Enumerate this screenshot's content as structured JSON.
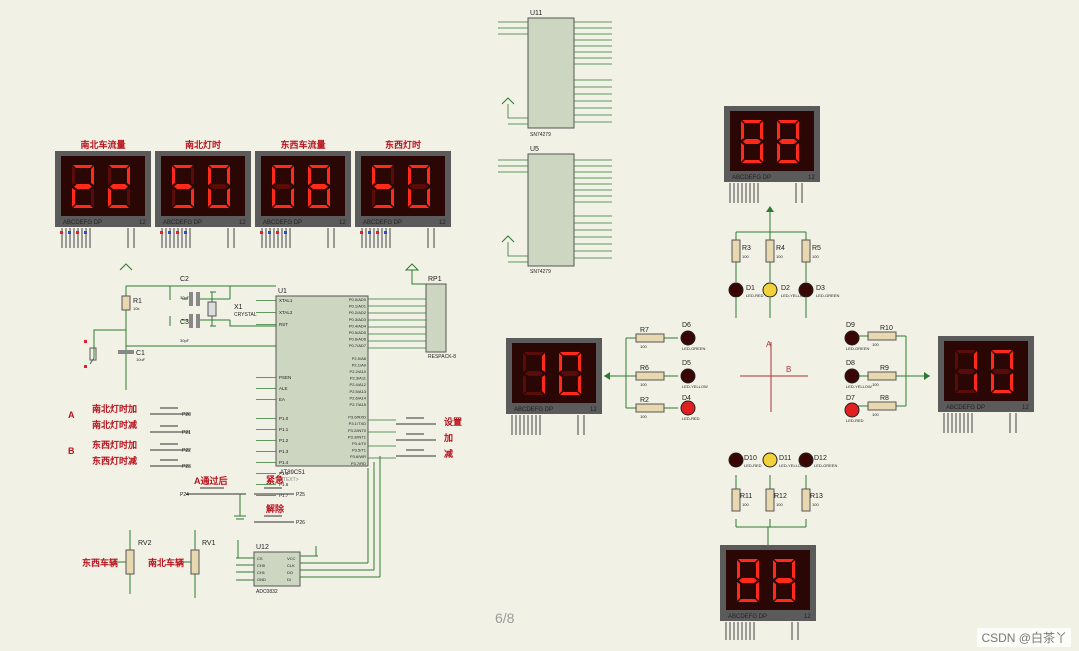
{
  "displays": {
    "left_group": [
      {
        "label": "南北车流量",
        "value": "22"
      },
      {
        "label": "南北灯时",
        "value": "50"
      },
      {
        "label": "东西车流量",
        "value": "08"
      },
      {
        "label": "东西灯时",
        "value": "50"
      }
    ],
    "north": {
      "value": "88"
    },
    "west": {
      "value": "10"
    },
    "east": {
      "value": "10"
    },
    "south": {
      "value": "88"
    },
    "caption": "ABCDEFG DP",
    "digit_caption": "12"
  },
  "chips": {
    "u1": {
      "name": "U1",
      "part": "AT89C51",
      "left_pins": [
        "XTAL1",
        "XTAL2",
        "RST",
        "PSEN",
        "ALE",
        "EA",
        "P1.0",
        "P1.1",
        "P1.2",
        "P1.3",
        "P1.4",
        "P1.5",
        "P1.6",
        "P1.7"
      ],
      "right_pins": [
        "P0.0/AD0",
        "P0.1/AD1",
        "P0.2/AD2",
        "P0.3/AD3",
        "P0.4/AD4",
        "P0.5/AD5",
        "P0.6/AD6",
        "P0.7/AD7",
        "P2.0/A8",
        "P2.1/A9",
        "P2.2/A10",
        "P2.3/A11",
        "P2.4/A12",
        "P2.5/A13",
        "P2.6/A14",
        "P2.7/A15",
        "P3.0/RXD",
        "P3.1/TXD",
        "P3.2/INT0",
        "P3.3/INT1",
        "P3.4/T0",
        "P3.5/T1",
        "P3.6/WR",
        "P3.7/RD"
      ]
    },
    "u11": {
      "name": "U11",
      "part": "SN74279"
    },
    "u5": {
      "name": "U5",
      "part": "SN74279"
    },
    "u12": {
      "name": "U12",
      "part": "ADC0832",
      "pins": [
        "CS",
        "CH0",
        "CH1",
        "GND",
        "VCC",
        "CLK",
        "DO",
        "DI"
      ]
    }
  },
  "components": {
    "rp1": "RP1",
    "rp1_part": "RESPACK-8",
    "r1": "R1",
    "r1_val": "10k",
    "c1": "C1",
    "c1_val": "10uF",
    "c2": "C2",
    "c3": "C3",
    "c_val": "30pF",
    "x1": "X1",
    "x1_part": "CRYSTAL",
    "rv1": "RV1",
    "rv2": "RV2",
    "text_placeholder": "<TEXT>"
  },
  "left_buttons": {
    "a_label": "A",
    "b_label": "B",
    "items": [
      {
        "label": "南北灯时加",
        "ref": "P20"
      },
      {
        "label": "南北灯时减",
        "ref": "P21"
      },
      {
        "label": "东西灯时加",
        "ref": "P22"
      },
      {
        "label": "东西灯时减",
        "ref": "P23"
      }
    ],
    "emergency": {
      "label": "A通过后",
      "ref": "P24"
    },
    "normal": {
      "label": "紧急",
      "ref": "P25"
    },
    "release": {
      "label": "解除",
      "ref": "P26"
    },
    "set_label": "设置",
    "inc_label": "加",
    "dec_label": "减"
  },
  "potentiometers": {
    "rv2_label": "东西车辆",
    "rv1_label": "南北车辆"
  },
  "intersection": {
    "label_a": "A",
    "label_b": "B",
    "north_res": [
      "R3",
      "R4",
      "R5"
    ],
    "north_leds": [
      {
        "ref": "D1",
        "part": "LED-RED"
      },
      {
        "ref": "D2",
        "part": "LED-YELLOW"
      },
      {
        "ref": "D3",
        "part": "LED-GREEN"
      }
    ],
    "west_res": [
      "R7",
      "R6",
      "R2"
    ],
    "west_leds": [
      {
        "ref": "D6",
        "part": "LED-GREEN"
      },
      {
        "ref": "D5",
        "part": "LED-YELLOW"
      },
      {
        "ref": "D4",
        "part": "LED-RED"
      }
    ],
    "east_res": [
      "R10",
      "R9",
      "R8"
    ],
    "east_leds": [
      {
        "ref": "D9",
        "part": "LED-GREEN"
      },
      {
        "ref": "D8",
        "part": "LED-YELLOW"
      },
      {
        "ref": "D7",
        "part": "LED-RED"
      }
    ],
    "south_res": [
      "R11",
      "R12",
      "R13"
    ],
    "south_leds": [
      {
        "ref": "D10",
        "part": "LED-RED"
      },
      {
        "ref": "D11",
        "part": "LED-YELLOW"
      },
      {
        "ref": "D12",
        "part": "LED-GREEN"
      }
    ],
    "res_value": "100"
  },
  "page_indicator": "6/8",
  "watermark": "CSDN @白茶丫",
  "colors": {
    "seg_on": "#ff2a1a",
    "seg_off": "#5a0c08",
    "display_bg": "#2a0605",
    "display_frame": "#5b5b5b",
    "chip_fill": "#cdd6c0",
    "wire": "#2f7a33",
    "label_red": "#b8141e",
    "background": "#f2f1e6"
  }
}
